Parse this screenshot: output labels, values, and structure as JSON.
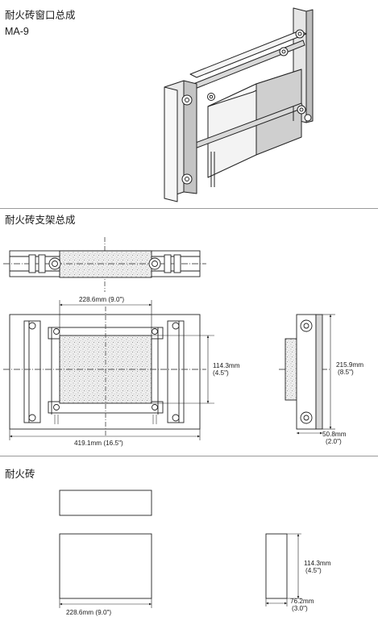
{
  "section1": {
    "title": "耐火砖窗口总成",
    "model": "MA-9"
  },
  "section2": {
    "title": "耐火砖支架总成",
    "dims": {
      "brick_length": "228.6mm  (9.0\")",
      "brick_height_mm": "114.3mm",
      "brick_height_in": "(4.5\")",
      "overall_width": "419.1mm  (16.5\")",
      "side_height_mm": "215.9mm",
      "side_height_in": "(8.5\")",
      "side_depth_mm": "50.8mm",
      "side_depth_in": "(2.0\")"
    }
  },
  "section3": {
    "title": "耐火砖",
    "dims": {
      "length": "228.6mm  (9.0\")",
      "height_mm": "114.3mm",
      "height_in": "(4.5\")",
      "thickness_mm": "76.2mm",
      "thickness_in": "(3.0\")"
    }
  }
}
